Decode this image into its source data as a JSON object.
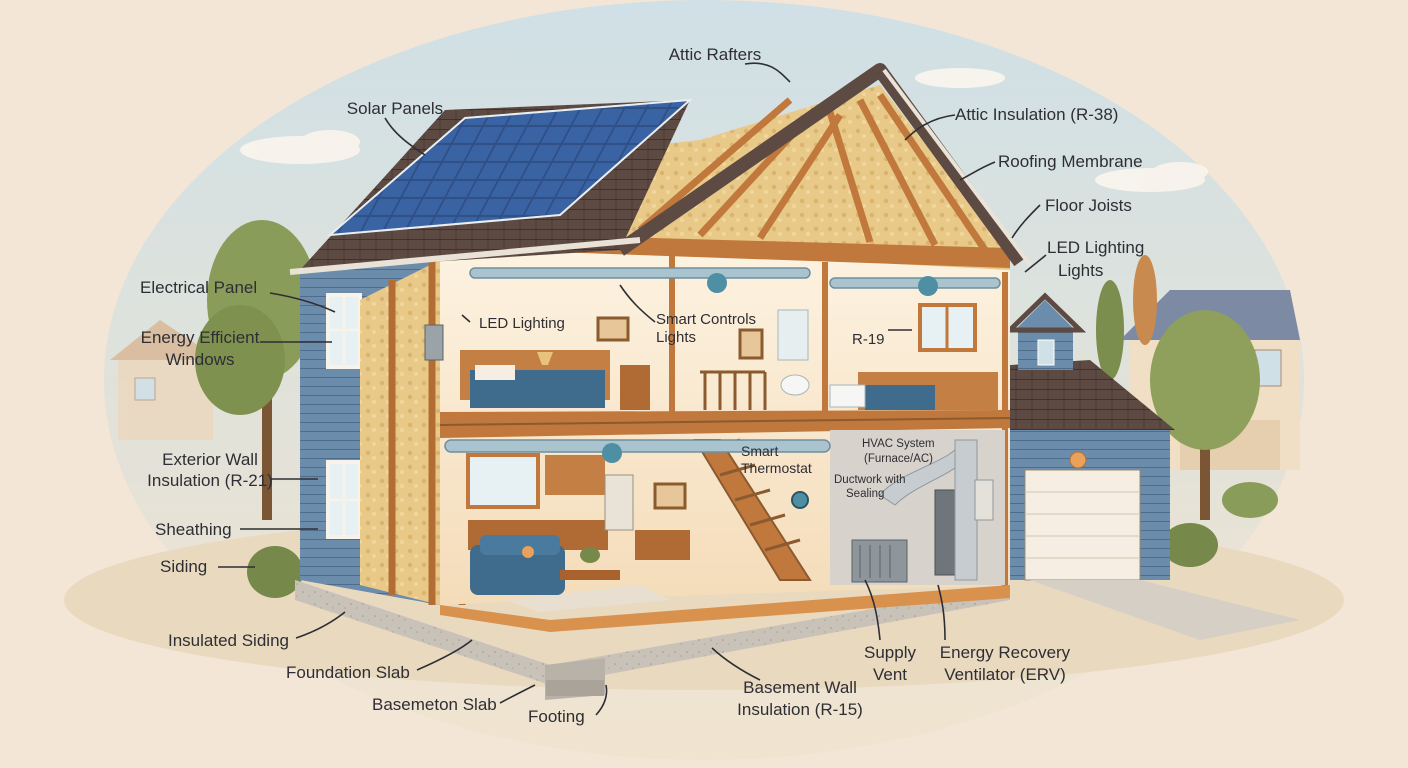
{
  "labels": {
    "attic_rafters": "Attic Rafters",
    "solar_panels": "Solar Panels",
    "attic_insulation": "Attic Insulation (R-38)",
    "roofing_membrane": "Roofing Membrane",
    "floor_joists": "Floor Joists",
    "led_lighting_lights_1": "LED Lighting",
    "led_lighting_lights_2": "Lights",
    "electrical_panel": "Electrical Panel",
    "energy_efficient_windows_1": "Energy Efficient",
    "energy_efficient_windows_2": "Windows",
    "led_lighting_interior": "LED Lighting",
    "smart_controls_1": "Smart Controls",
    "smart_controls_2": "Lights",
    "r19": "R-19",
    "exterior_wall_insulation_1": "Exterior Wall",
    "exterior_wall_insulation_2": "Insulation (R-21)",
    "sheathing": "Sheathing",
    "siding": "Siding",
    "smart_thermostat_1": "Smart",
    "smart_thermostat_2": "Thermostat",
    "hvac_system_1": "HVAC System",
    "hvac_system_2": "(Furnace/AC)",
    "ductwork_1": "Ductwork with",
    "ductwork_2": "Sealing",
    "insulated_siding": "Insulated Siding",
    "foundation_slab": "Foundation Slab",
    "basement_slab": "Basemeton Slab",
    "footing": "Footing",
    "supply_vent_1": "Supply",
    "supply_vent_2": "Vent",
    "erv_1": "Energy Recovery",
    "erv_2": "Ventilator (ERV)",
    "basement_wall_insulation_1": "Basement Wall",
    "basement_wall_insulation_2": "Insulation (R-15)"
  },
  "colors": {
    "background": "#f3e6d6",
    "siding": "#6b8cab",
    "roof": "#5d4a43",
    "solar": "#2f4f86",
    "timber": "#c0783c",
    "insulation": "#e8c987",
    "interior": "#fbf0de",
    "accent_teal": "#4f8fa3"
  }
}
